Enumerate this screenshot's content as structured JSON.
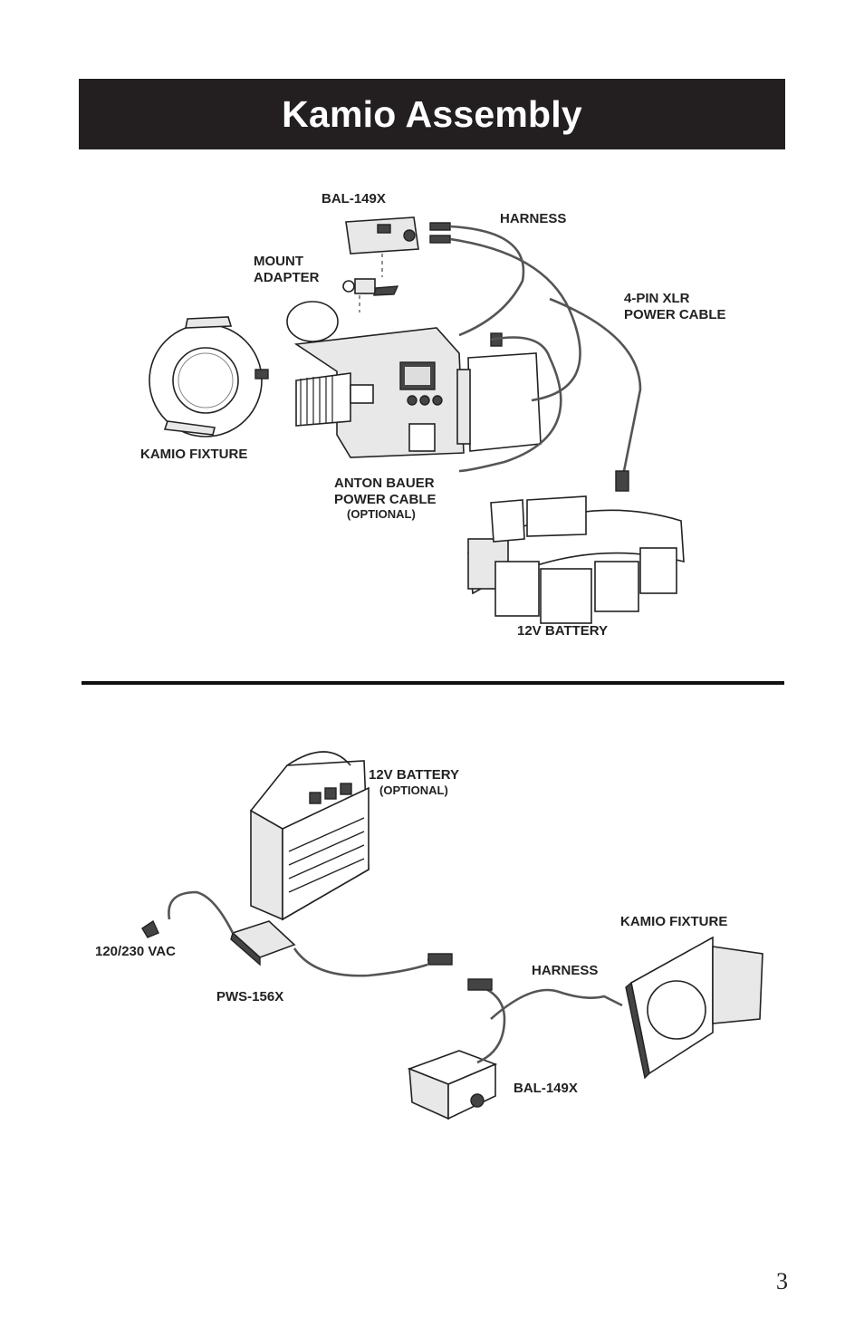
{
  "title": "Kamio Assembly",
  "page_number": "3",
  "top_diagram": {
    "labels": {
      "bal": "BAL-149X",
      "harness": "HARNESS",
      "mount_adapter_1": "MOUNT",
      "mount_adapter_2": "ADAPTER",
      "xlr_1": "4-PIN XLR",
      "xlr_2": "POWER CABLE",
      "kamio_fixture": "KAMIO FIXTURE",
      "anton_1": "ANTON BAUER",
      "anton_2": "POWER CABLE",
      "anton_3": "(OPTIONAL)",
      "battery": "12V BATTERY"
    }
  },
  "bottom_diagram": {
    "labels": {
      "battery_1": "12V BATTERY",
      "battery_2": "(OPTIONAL)",
      "kamio_fixture": "KAMIO FIXTURE",
      "vac": "120/230 VAC",
      "harness": "HARNESS",
      "pws": "PWS-156X",
      "bal": "BAL-149X"
    }
  }
}
